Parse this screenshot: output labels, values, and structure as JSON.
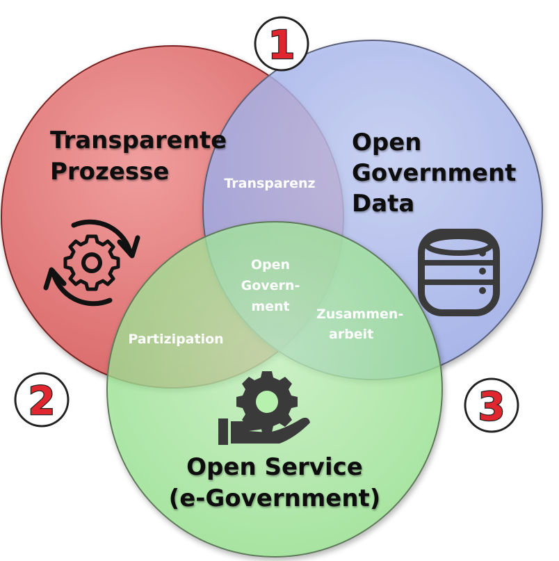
{
  "circles": {
    "top_left": {
      "title_line1": "Transparente",
      "title_line2": "Prozesse",
      "color": "#e57373",
      "icon": "process-gear-cycle-icon"
    },
    "top_right": {
      "title_line1": "Open",
      "title_line2": "Government",
      "title_line3": "Data",
      "color": "#a9b8f0",
      "icon": "database-icon"
    },
    "bottom": {
      "title_line1": "Open Service",
      "title_line2": "(e-Government)",
      "color": "#a3ee9a",
      "icon": "hand-gear-icon"
    }
  },
  "overlaps": {
    "top": "Transparenz",
    "left": "Partizipation",
    "right_line1": "Zusammen-",
    "right_line2": "arbeit",
    "center_line1": "Open",
    "center_line2": "Govern-",
    "center_line3": "ment"
  },
  "numbers": {
    "one": "1",
    "two": "2",
    "three": "3"
  }
}
